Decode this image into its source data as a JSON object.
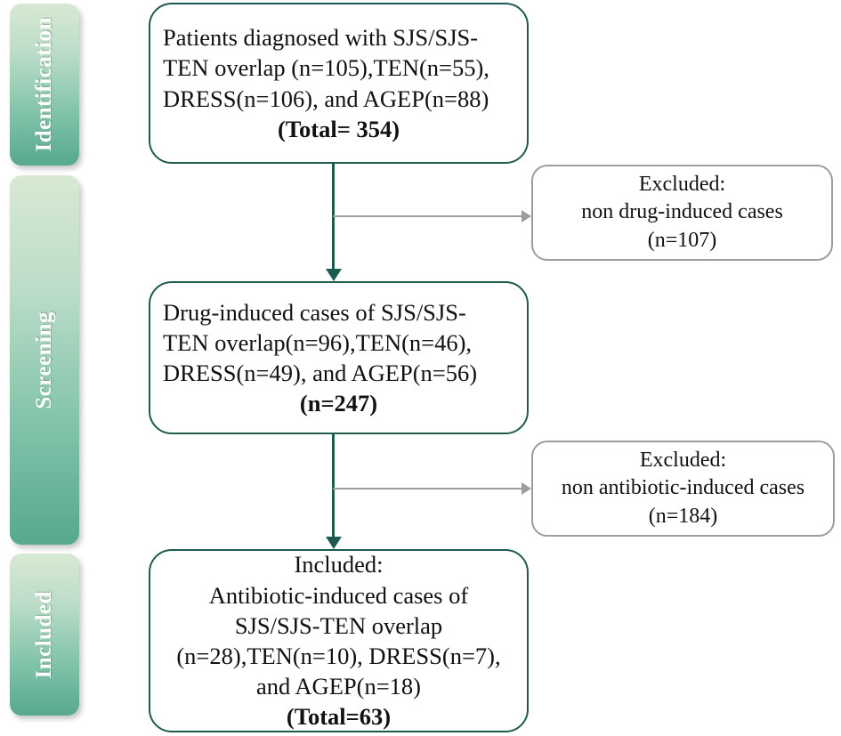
{
  "diagram": {
    "title": "PRISMA study selection flow diagram",
    "accent_color": "#1d5b50",
    "excluded_border_color": "#9d9d9d",
    "stage_gradient_from": "#d8e9d2",
    "stage_gradient_to": "#56a98e"
  },
  "stages": [
    {
      "id": "identification",
      "label": "Identification"
    },
    {
      "id": "screening",
      "label": "Screening"
    },
    {
      "id": "included",
      "label": "Included"
    }
  ],
  "boxes": {
    "identified": {
      "lines": [
        "Patients diagnosed with  SJS/SJS-",
        "TEN overlap (n=105),TEN(n=55),",
        "DRESS(n=106), and AGEP(n=88)",
        "(Total= 354)"
      ],
      "total_label": "(Total= 354)",
      "total": 354,
      "counts": {
        "SJS/SJS-TEN overlap": 105,
        "TEN": 55,
        "DRESS": 106,
        "AGEP": 88
      }
    },
    "excluded_1": {
      "lines": [
        "Excluded:",
        "non drug-induced cases",
        "(n=107)"
      ],
      "n": 107
    },
    "screened": {
      "lines": [
        "Drug-induced cases of  SJS/SJS-",
        "TEN overlap(n=96),TEN(n=46),",
        "DRESS(n=49), and AGEP(n=56)",
        "(n=247)"
      ],
      "total_label": "(n=247)",
      "total": 247,
      "counts": {
        "SJS/SJS-TEN overlap": 96,
        "TEN": 46,
        "DRESS": 49,
        "AGEP": 56
      }
    },
    "excluded_2": {
      "lines": [
        "Excluded:",
        "non antibiotic-induced cases",
        "(n=184)"
      ],
      "n": 184
    },
    "included": {
      "lines": [
        "Included:",
        "Antibiotic-induced cases of",
        "SJS/SJS-TEN overlap",
        "(n=28),TEN(n=10), DRESS(n=7),",
        "and AGEP(n=18)",
        "(Total=63)"
      ],
      "total_label": "(Total=63)",
      "total": 63,
      "counts": {
        "SJS/SJS-TEN overlap": 28,
        "TEN": 10,
        "DRESS": 7,
        "AGEP": 18
      }
    }
  }
}
